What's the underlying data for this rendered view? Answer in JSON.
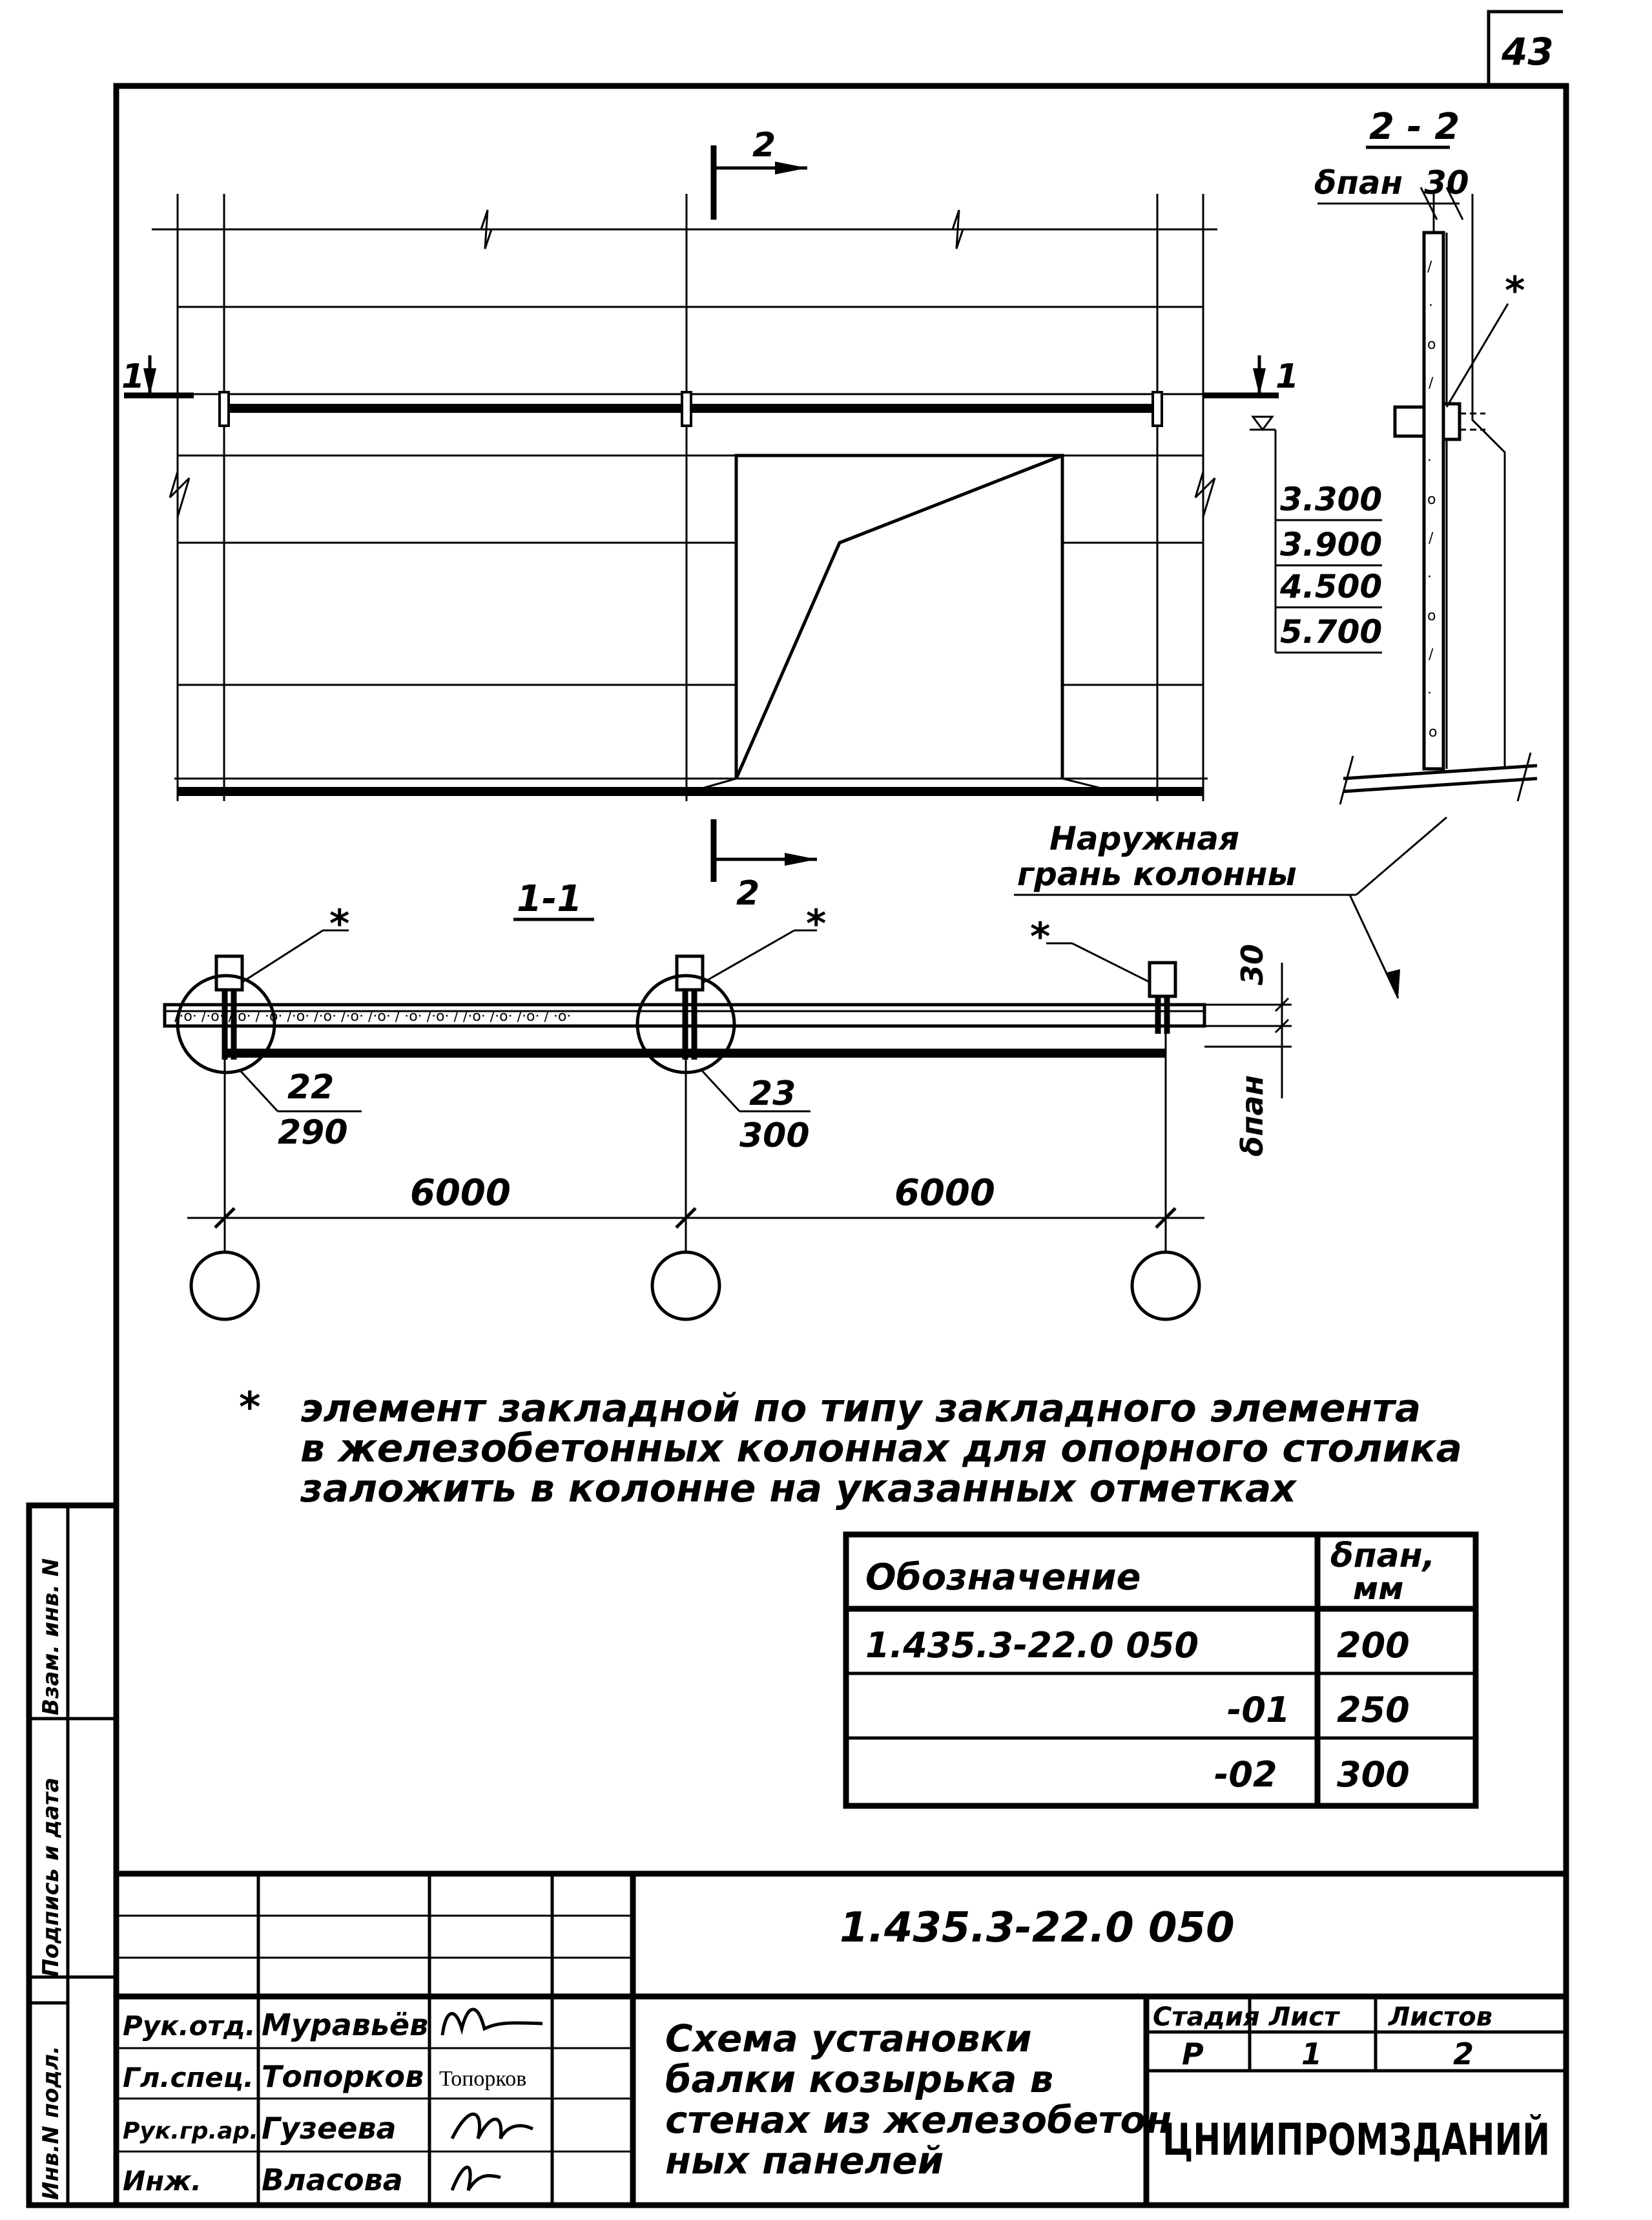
{
  "page_number": "43",
  "section_22": {
    "label": "2 - 2",
    "b_label": "δпан",
    "dim_30": "30"
  },
  "section_marks": {
    "top": "2",
    "bottom": "2",
    "left": "1",
    "right": "1"
  },
  "elevations": [
    "3.300",
    "3.900",
    "4.500",
    "5.700"
  ],
  "outer_face": [
    "Наружная",
    "грань колонны"
  ],
  "section_11": {
    "label": "1-1",
    "dim_30": "30",
    "b_label": "δпан"
  },
  "asterisks": [
    "*",
    "*",
    "*",
    "*"
  ],
  "callouts": [
    {
      "num": "22",
      "den": "290"
    },
    {
      "num": "23",
      "den": "300"
    }
  ],
  "spans": [
    "6000",
    "6000"
  ],
  "note_star": "*",
  "note_lines": [
    "элемент   закладной   по типу закладного элемента",
    "в железобетонных  колоннах  для опорного столика",
    "заложить в колонне на указанных отметках"
  ],
  "spec_table": {
    "headers": [
      "Обозначение",
      "δпан,",
      "мм"
    ],
    "rows": [
      {
        "designation": "1.435.3-22.0  050",
        "value": "200"
      },
      {
        "designation": "-01",
        "value": "250"
      },
      {
        "designation": "-02",
        "value": "300"
      }
    ]
  },
  "side_stamp": [
    "Инв.N подл.",
    "Подпись и дата",
    "Взам. инв. N"
  ],
  "title_block": {
    "doc_code": "1.435.3-22.0 050",
    "people": [
      {
        "role": "Рук.отд.",
        "name": "Муравьёв"
      },
      {
        "role": "Гл.спец.",
        "name": "Топорков"
      },
      {
        "role": "Рук.гр.ар.",
        "name": "Гузеева"
      },
      {
        "role": "Инж.",
        "name": "Власова"
      }
    ],
    "signature_text": "Топорков",
    "title_lines": [
      "Схема установки",
      "балки козырька в",
      "стенах из железобетон",
      "ных панелей"
    ],
    "stage_header": "Стадия",
    "sheet_header": "Лист",
    "sheets_header": "Листов",
    "stage": "Р",
    "sheet": "1",
    "sheets": "2",
    "org": "ЦНИИПРОМЗДАНИЙ"
  }
}
